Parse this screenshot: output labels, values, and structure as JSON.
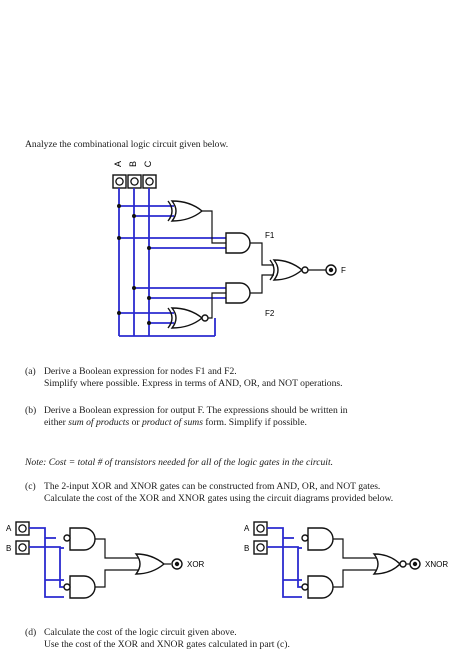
{
  "intro": "Analyze the combinational logic circuit given below.",
  "circuit1": {
    "inputs": [
      "A",
      "B",
      "C"
    ],
    "node_labels": [
      "F1",
      "F2"
    ],
    "output": "F"
  },
  "q_a": {
    "label": "(a)",
    "line1": "Derive a Boolean expression for nodes F1 and F2.",
    "line2": "Simplify where possible.  Express in terms of AND, OR, and NOT operations."
  },
  "q_b": {
    "label": "(b)",
    "line1": "Derive a Boolean expression for output F.  The expressions should be written in",
    "line2_pre": "either ",
    "line2_sop": "sum of products",
    "line2_mid": " or ",
    "line2_pos": "product of sums",
    "line2_post": " form.  Simplify if possible."
  },
  "note": "Note:  Cost  =  total # of transistors needed for all of the logic gates in the circuit.",
  "q_c": {
    "label": "(c)",
    "line1": "The 2-input XOR and XNOR gates can be constructed from AND, OR, and NOT gates.",
    "line2": "Calculate the cost of the XOR and XNOR gates using the circuit diagrams provided below."
  },
  "xor_circuit": {
    "inputs": [
      "A",
      "B"
    ],
    "output": "XOR"
  },
  "xnor_circuit": {
    "inputs": [
      "A",
      "B"
    ],
    "output": "XNOR"
  },
  "q_d": {
    "label": "(d)",
    "line1": "Calculate the cost of the logic circuit given above.",
    "line2": "Use the cost of the XOR and XNOR gates calculated in part (c)."
  }
}
